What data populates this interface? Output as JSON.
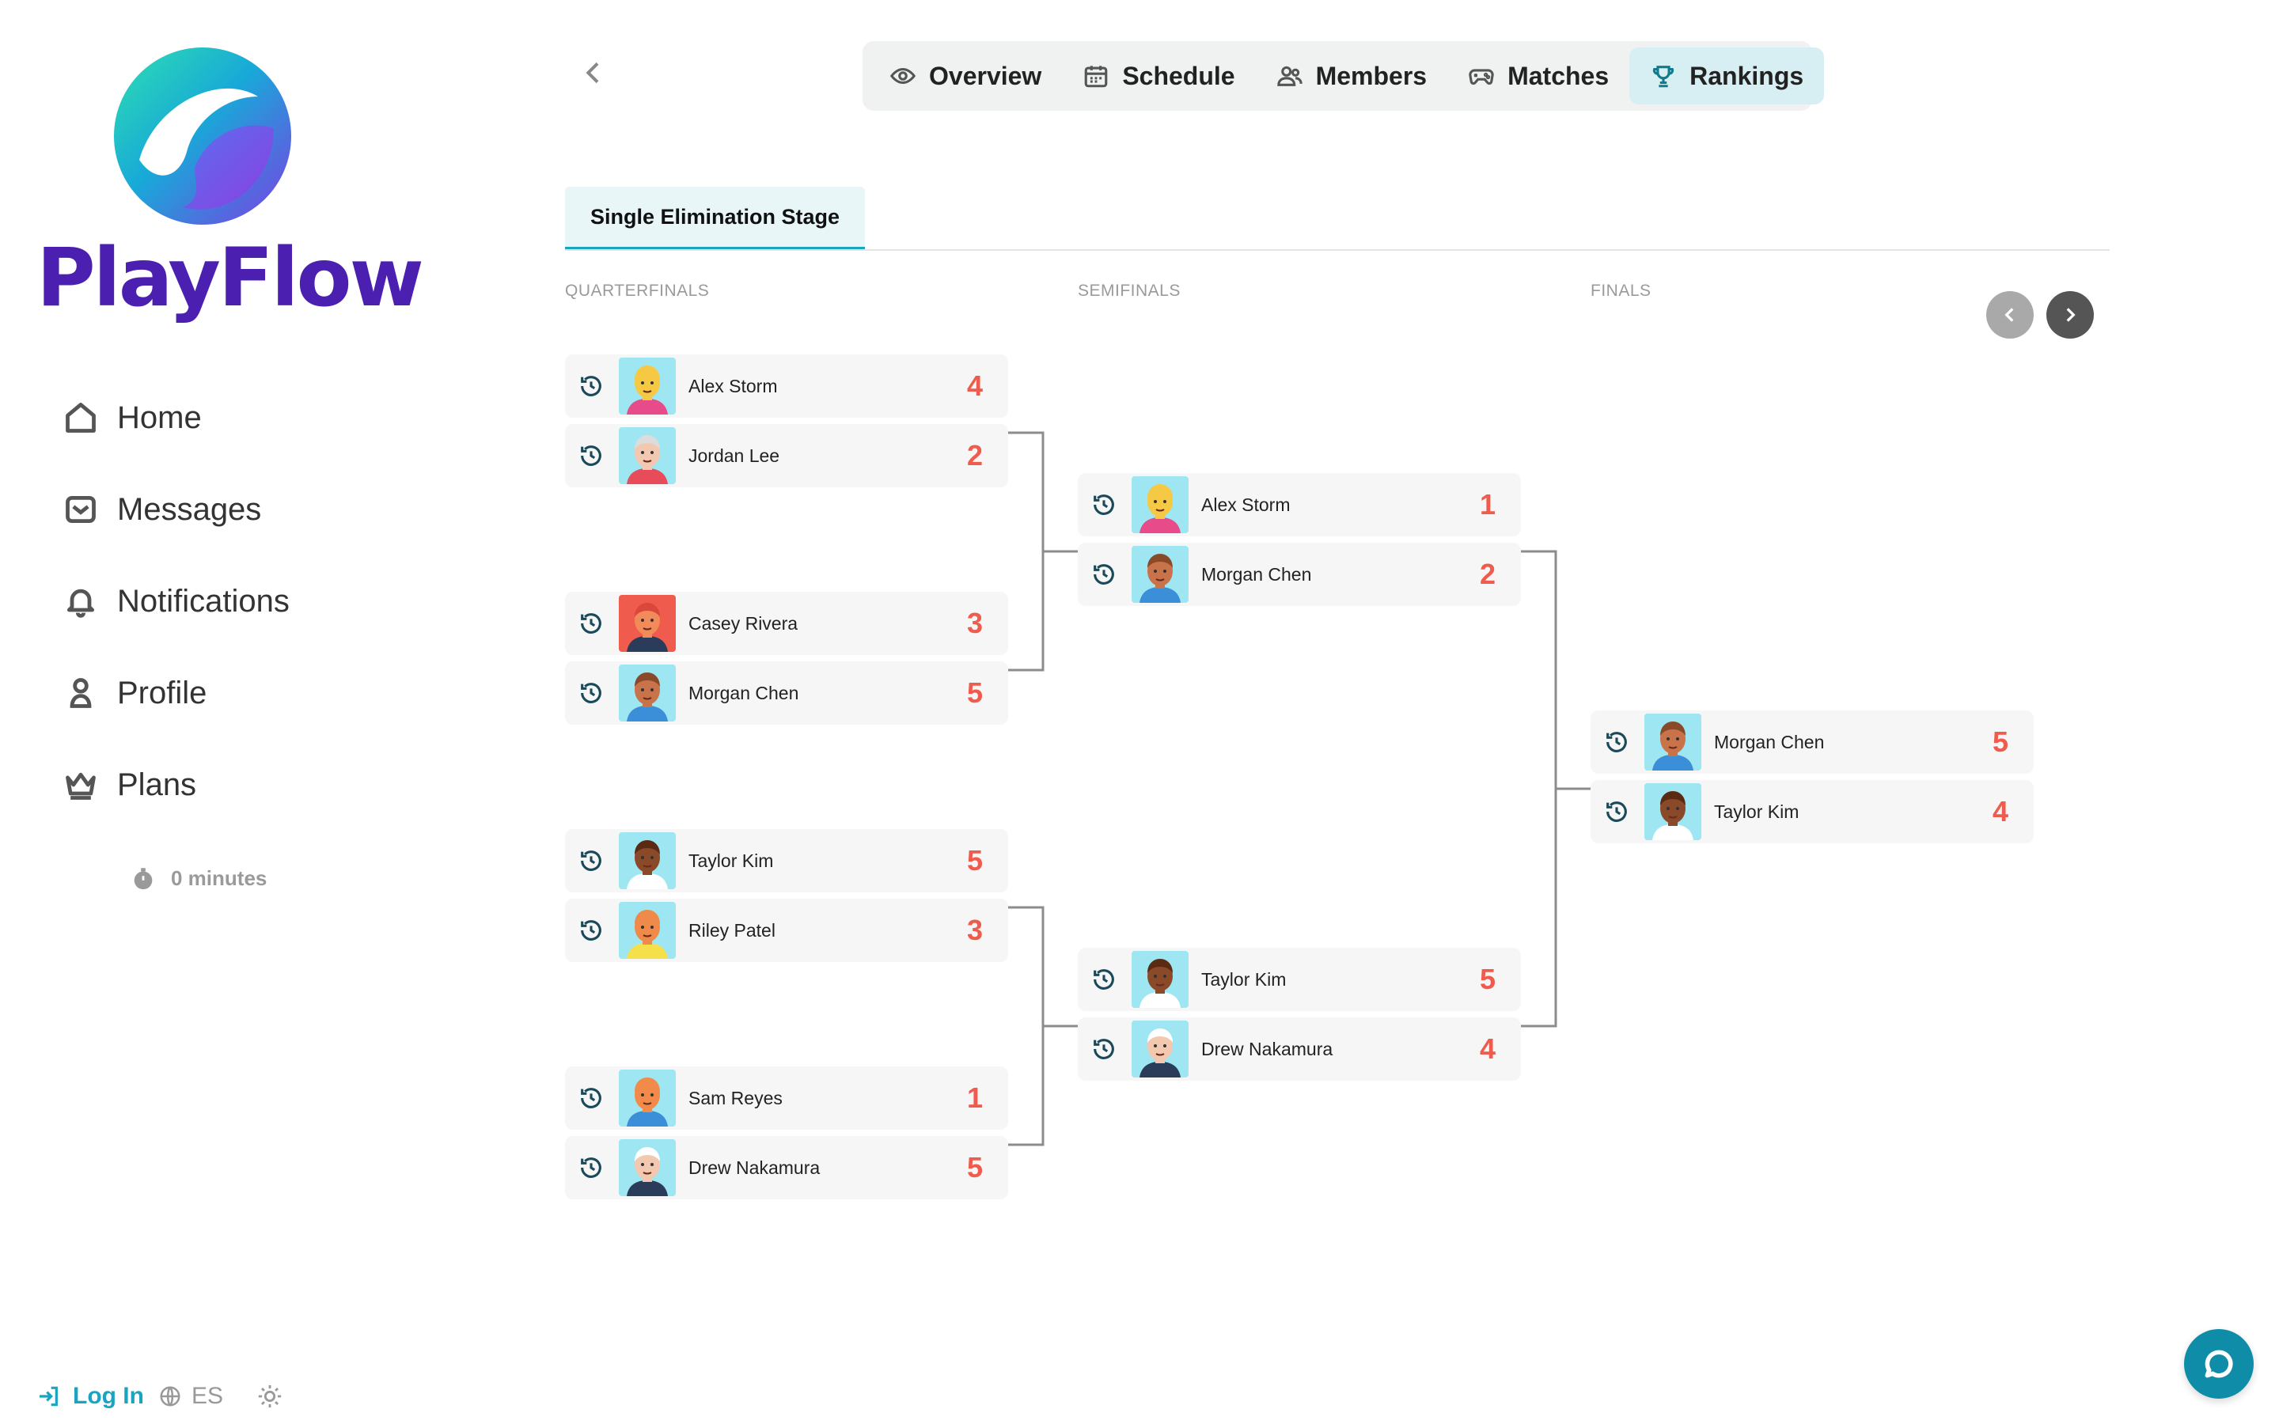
{
  "brand": {
    "name": "PlayFlow"
  },
  "sidebar": {
    "items": [
      {
        "label": "Home",
        "icon": "home-icon"
      },
      {
        "label": "Messages",
        "icon": "mail-icon"
      },
      {
        "label": "Notifications",
        "icon": "bell-icon"
      },
      {
        "label": "Profile",
        "icon": "user-icon"
      },
      {
        "label": "Plans",
        "icon": "crown-icon"
      }
    ],
    "timer": "0 minutes",
    "login": "Log In",
    "language": "ES"
  },
  "tabs": [
    {
      "label": "Overview",
      "icon": "eye-icon"
    },
    {
      "label": "Schedule",
      "icon": "calendar-icon"
    },
    {
      "label": "Members",
      "icon": "users-icon"
    },
    {
      "label": "Matches",
      "icon": "gamepad-icon"
    },
    {
      "label": "Rankings",
      "icon": "trophy-icon",
      "active": true
    }
  ],
  "stage": {
    "label": "Single Elimination Stage"
  },
  "rounds": [
    {
      "label": "QUARTERFINALS"
    },
    {
      "label": "SEMIFINALS"
    },
    {
      "label": "FINALS"
    }
  ],
  "players": [
    {
      "name": "Alex Storm",
      "score": "4"
    },
    {
      "name": "Jordan Lee",
      "score": "2"
    },
    {
      "name": "Casey Rivera",
      "score": "3"
    },
    {
      "name": "Morgan Chen",
      "score": "5"
    },
    {
      "name": "Taylor Kim",
      "score": "5"
    },
    {
      "name": "Riley Patel",
      "score": "3"
    },
    {
      "name": "Sam Reyes",
      "score": "1"
    },
    {
      "name": "Drew Nakamura",
      "score": "5"
    },
    {
      "name": "Alex Storm",
      "score": "1"
    },
    {
      "name": "Morgan Chen",
      "score": "2"
    },
    {
      "name": "Taylor Kim",
      "score": "5"
    },
    {
      "name": "Drew Nakamura",
      "score": "4"
    },
    {
      "name": "Morgan Chen",
      "score": "5"
    },
    {
      "name": "Taylor Kim",
      "score": "4"
    }
  ],
  "colors": {
    "brand": "#4b1fb0",
    "accent": "#1aa4c0",
    "score": "#ef5b4c",
    "active_tab": "#d7eef2"
  }
}
